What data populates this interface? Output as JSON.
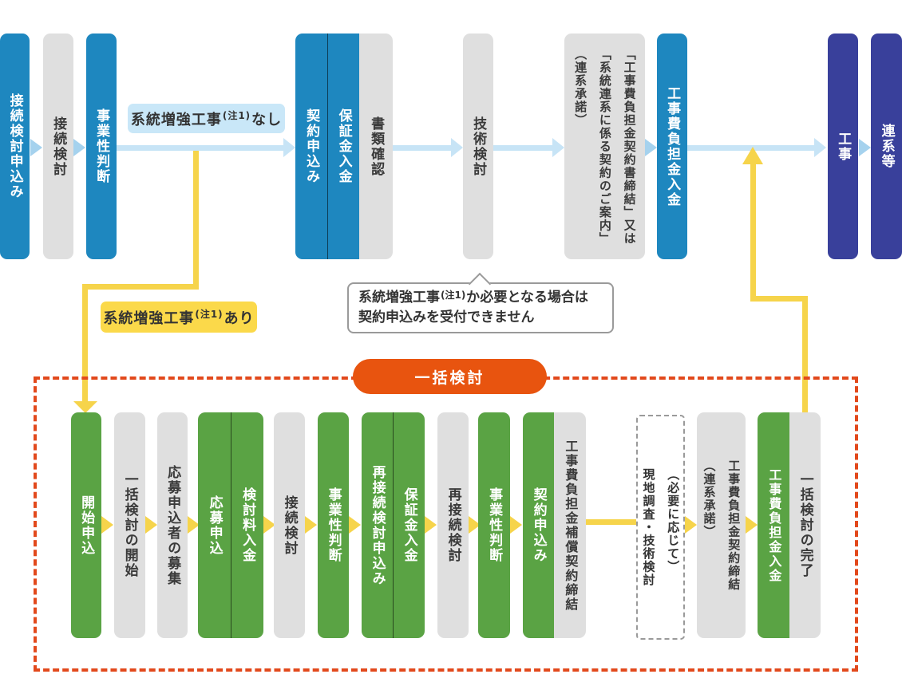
{
  "colors": {
    "blue": "#1e87bf",
    "navy": "#39409b",
    "green": "#5aa344",
    "gray": "#dfdfdf",
    "yellow": "#f6d44b",
    "lightblue": "#c7e4f6",
    "lightblue-tri": "#a5d2ee",
    "label-blue": "#c9e7f8",
    "label-yellow": "#fbd94a",
    "orange": "#e8540f",
    "dash": "#e2491c"
  },
  "top_flow": {
    "boxes": [
      {
        "label": "接続検討申込み"
      },
      {
        "label": "接続検討"
      },
      {
        "label": "事業性判断"
      },
      {
        "label": "契約申込み"
      },
      {
        "label": "保証金入金"
      },
      {
        "label": "書類確認"
      },
      {
        "label": "技術検討"
      },
      {
        "label": "「工事費負担金契約書締結」又は\n「系統連系に係る契約のご案内」\n（連系承諾）"
      },
      {
        "label": "工事費負担金入金"
      },
      {
        "label": "工事"
      },
      {
        "label": "連系等"
      }
    ],
    "no_label": {
      "pre": "系統増強工事",
      "note": "(注1)",
      "post": "なし"
    },
    "yes_label": {
      "pre": "系統増強工事",
      "note": "(注1)",
      "post": "あり"
    }
  },
  "callout": {
    "line1_pre": "系統増強工事",
    "line1_note": "(注1)",
    "line1_post": "が必要となる場合は",
    "line2": "契約申込みを受付できません"
  },
  "batch_review": {
    "title": "一括検討",
    "boxes": [
      {
        "label": "開始申込"
      },
      {
        "label": "一括検討の開始"
      },
      {
        "label": "応募申込者の募集"
      },
      {
        "label": "応募申込"
      },
      {
        "label": "検討料入金"
      },
      {
        "label": "接続検討"
      },
      {
        "label": "事業性判断"
      },
      {
        "label": "再接続検討申込み"
      },
      {
        "label": "保証金入金"
      },
      {
        "label": "再接続検討"
      },
      {
        "label": "事業性判断"
      },
      {
        "label": "契約申込み"
      },
      {
        "label": "工事費負担金補償契約締結"
      },
      {
        "label": "（必要に応じて）\n現地調査・技術検討"
      },
      {
        "label": "工事費負担金契約締結\n（連系承諾）"
      },
      {
        "label": "工事費負担金入金"
      },
      {
        "label": "一括検討の完了"
      }
    ]
  }
}
